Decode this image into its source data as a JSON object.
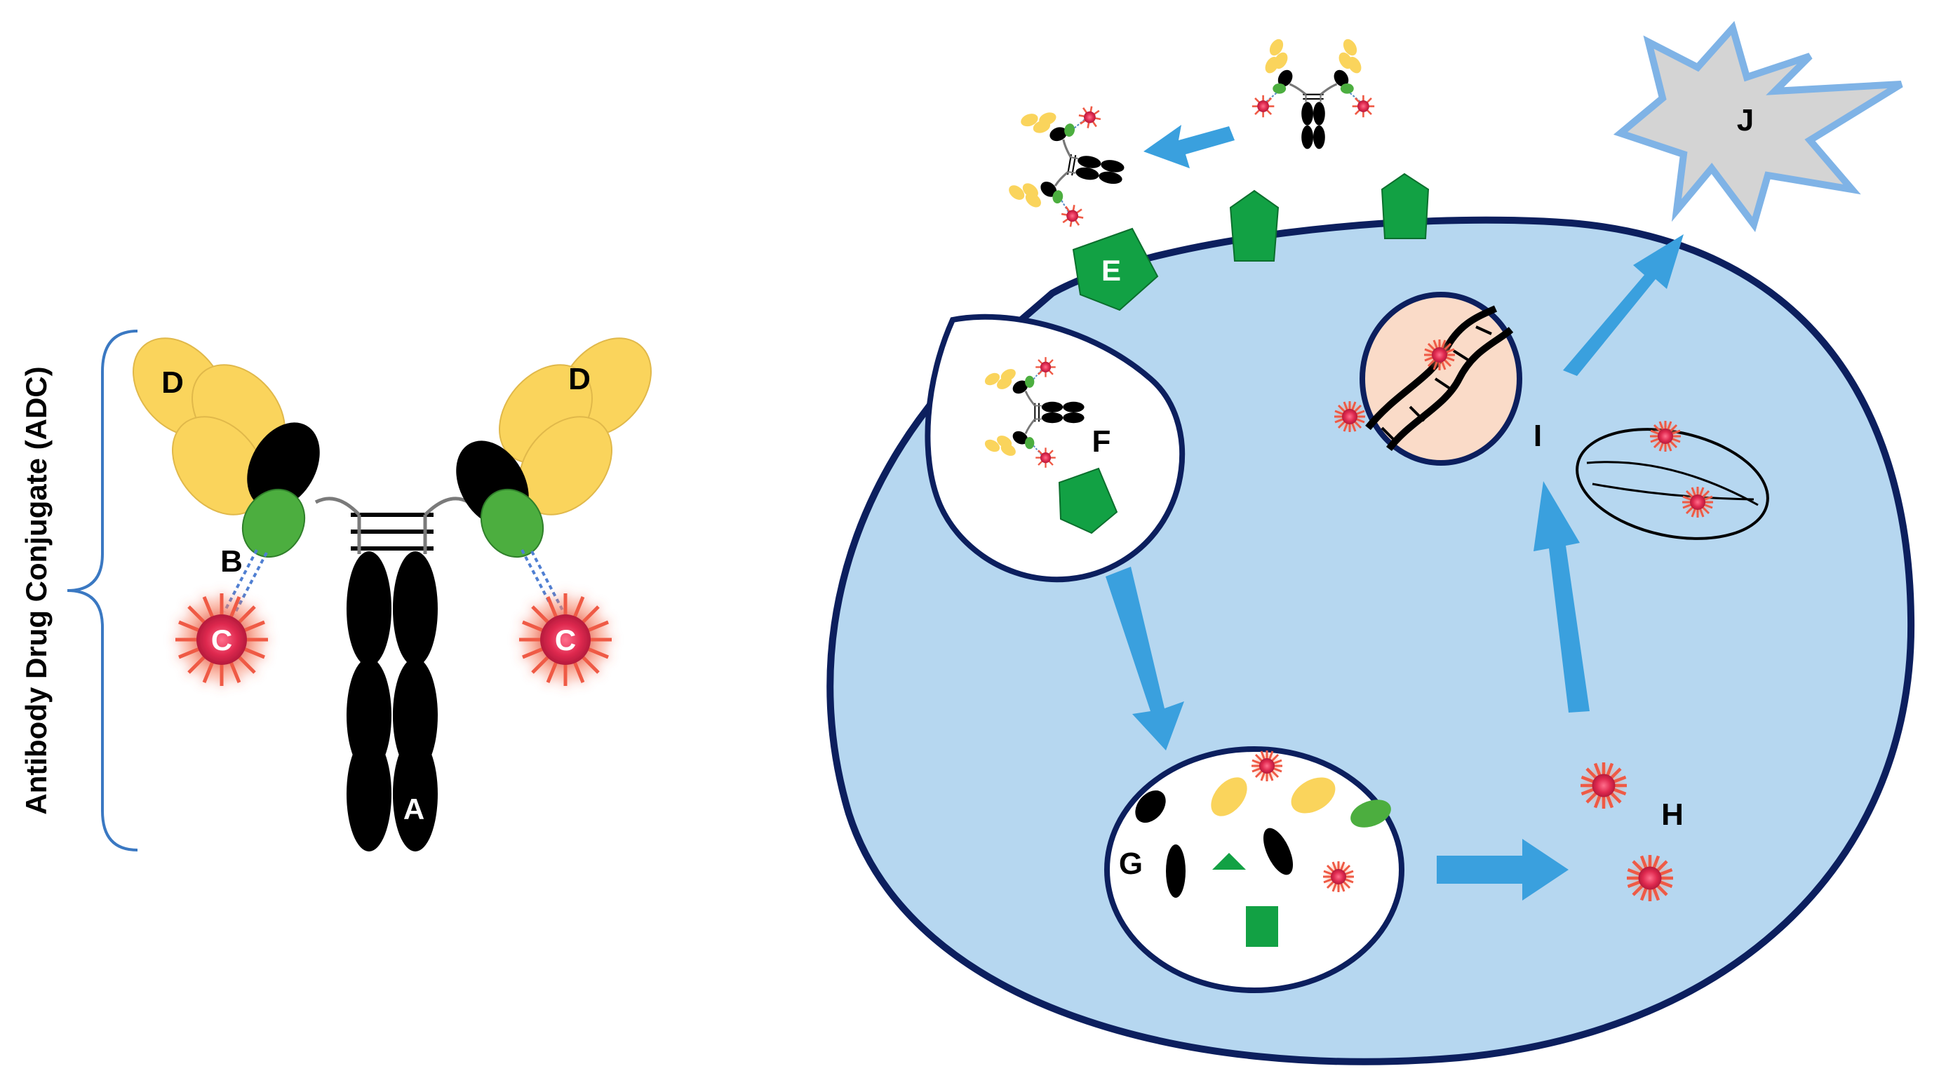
{
  "labels": {
    "a": "A",
    "b": "B",
    "c": "C",
    "d": "D",
    "e": "E",
    "f": "F",
    "g": "G",
    "h": "H",
    "i": "I",
    "j": "J"
  },
  "side_label": "Antibody Drug Conjugate (ADC)",
  "colors": {
    "cell_fill": "#b6d7f0",
    "cell_stroke": "#0c1f5e",
    "arrow": "#3aa0de",
    "receptor": "#12a144",
    "light_chain": "#fad45c",
    "variable_green": "#4cae3f",
    "heavy_chain": "#000000",
    "payload": "#e83a5a",
    "nucleus_fill": "#fadbc8",
    "dead_cell": "#d4d4d4",
    "brace": "#3a78c2"
  }
}
